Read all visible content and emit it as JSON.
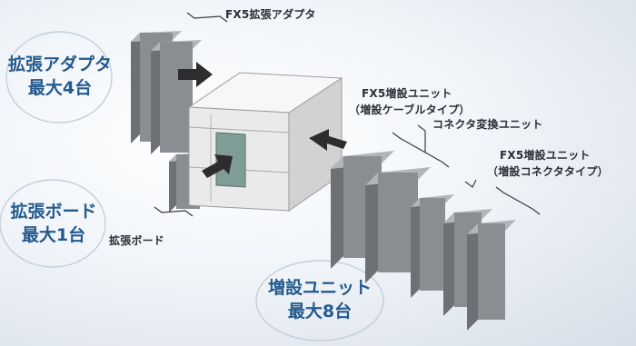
{
  "labels": {
    "fx5_adapter": "FX5拡張アダプタ",
    "fx5_unit": "FX5増設ユニット",
    "fx5_unit_sub1": "（増設ケーブルタイプ）",
    "connector_conv": "コネクタ変換ユニット",
    "fx5_unit_b": "FX5増設ユニット",
    "fx5_unit_sub2": "（増設コネクタタイプ）",
    "board": "拡張ボード"
  },
  "callouts": {
    "adapter_line1": "拡張アダプタ",
    "adapter_line2": "最大4台",
    "board_line1": "拡張ボード",
    "board_line2": "最大1台",
    "unit_line1": "増設ユニット",
    "unit_line2": "最大8台"
  },
  "colors": {
    "accent": "#245a8e",
    "module_front": "#8a8d92",
    "module_side": "#6d7075",
    "module_top": "#b2b5b9",
    "cpu_front": "#eaeaea",
    "cpu_top": "#f7f7f7",
    "cpu_side": "#d2d2d2",
    "window": "#7f9c96",
    "arrow": "#2d2d2d"
  }
}
